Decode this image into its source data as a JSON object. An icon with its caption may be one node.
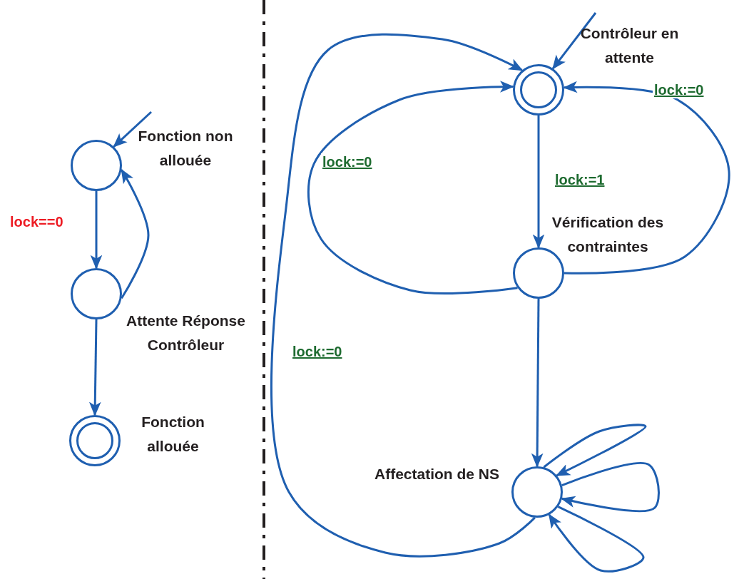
{
  "diagram": {
    "nodes": [
      {
        "text": [],
        "shape": "circle",
        "beside": [
          "Fonction non allouée"
        ]
      },
      {
        "text": [],
        "shape": "circle",
        "beside": [
          "Attente Réponse Contrôleur"
        ]
      },
      {
        "text": [],
        "shape": "double-circle",
        "beside": [
          "Fonction allouée"
        ]
      },
      {
        "text": [],
        "shape": "double-circle",
        "beside": [
          "Contrôleur en attente"
        ]
      },
      {
        "text": [],
        "shape": "circle",
        "beside": [
          "Vérification des contraintes"
        ]
      },
      {
        "text": [],
        "shape": "circle",
        "beside": [
          "Affectation de NS"
        ]
      }
    ],
    "edges": [
      {
        "from": null,
        "to": 0,
        "arrow": "to"
      },
      {
        "from": 0,
        "to": 1,
        "arrow": "to",
        "label": "lock==0"
      },
      {
        "from": 1,
        "to": 0,
        "arrow": "to"
      },
      {
        "from": 1,
        "to": 2,
        "arrow": "to"
      },
      {
        "from": null,
        "to": 3,
        "arrow": "to"
      },
      {
        "from": 3,
        "to": 4,
        "arrow": "to",
        "label": "lock:=1"
      },
      {
        "from": 4,
        "to": 3,
        "arrow": "to",
        "label": "lock:=0"
      },
      {
        "from": 4,
        "to": 3,
        "arrow": "to",
        "label": "lock:=0"
      },
      {
        "from": 4,
        "to": 5,
        "arrow": "to"
      },
      {
        "from": 5,
        "to": 3,
        "arrow": "to",
        "label": "lock:=0"
      },
      {
        "from": 5,
        "to": 5,
        "arrow": "to"
      },
      {
        "from": 5,
        "to": 5,
        "arrow": "to"
      },
      {
        "from": 5,
        "to": 5,
        "arrow": "to"
      }
    ]
  }
}
